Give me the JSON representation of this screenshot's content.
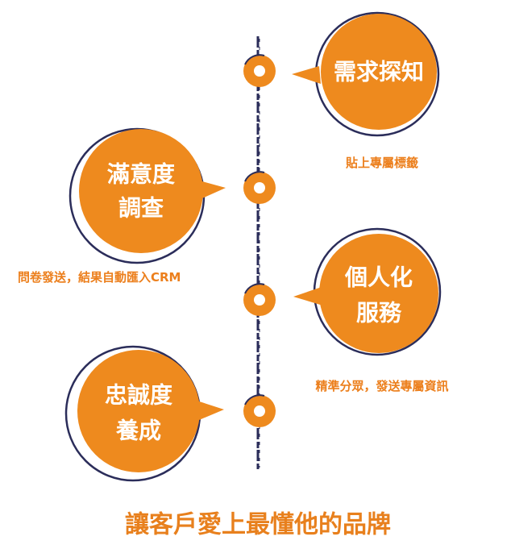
{
  "colors": {
    "orange": "#ee8a1e",
    "dark_orange": "#e07812",
    "navy": "#2b2d5a",
    "caption": "#ec7f1c",
    "title": "#e8801d"
  },
  "steps": [
    {
      "label_lines": [
        "需求探知"
      ],
      "caption": "貼上專屬標籤"
    },
    {
      "label_lines": [
        "滿意度",
        "調查"
      ],
      "caption": "問卷發送，結果自動匯入CRM"
    },
    {
      "label_lines": [
        "個人化",
        "服務"
      ],
      "caption": "精準分眾，發送專屬資訊"
    },
    {
      "label_lines": [
        "忠誠度",
        "養成"
      ],
      "caption": ""
    }
  ],
  "footer": {
    "title": "讓客戶愛上最懂他的品牌"
  }
}
